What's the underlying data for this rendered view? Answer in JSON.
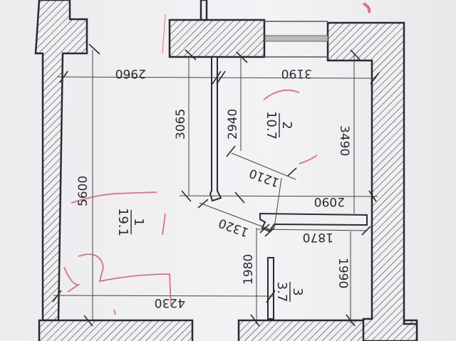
{
  "plan": {
    "dimensions": {
      "d2960": "2960",
      "d3190": "3190",
      "d3065": "3065",
      "d2940": "2940",
      "d3490": "3490",
      "d5600": "5600",
      "d1210": "1210",
      "d2090": "2090",
      "d1320": "1320",
      "d1870": "1870",
      "d1980": "1980",
      "d1990": "1990",
      "d4230": "4230"
    },
    "rooms": [
      {
        "number": "1",
        "area": "19.1"
      },
      {
        "number": "2",
        "area": "10.7"
      },
      {
        "number": "3",
        "area": "3.7"
      }
    ]
  },
  "colors": {
    "wall": "#2b2b2f",
    "ink": "#2a2a2e",
    "pen": "#d8506e"
  }
}
